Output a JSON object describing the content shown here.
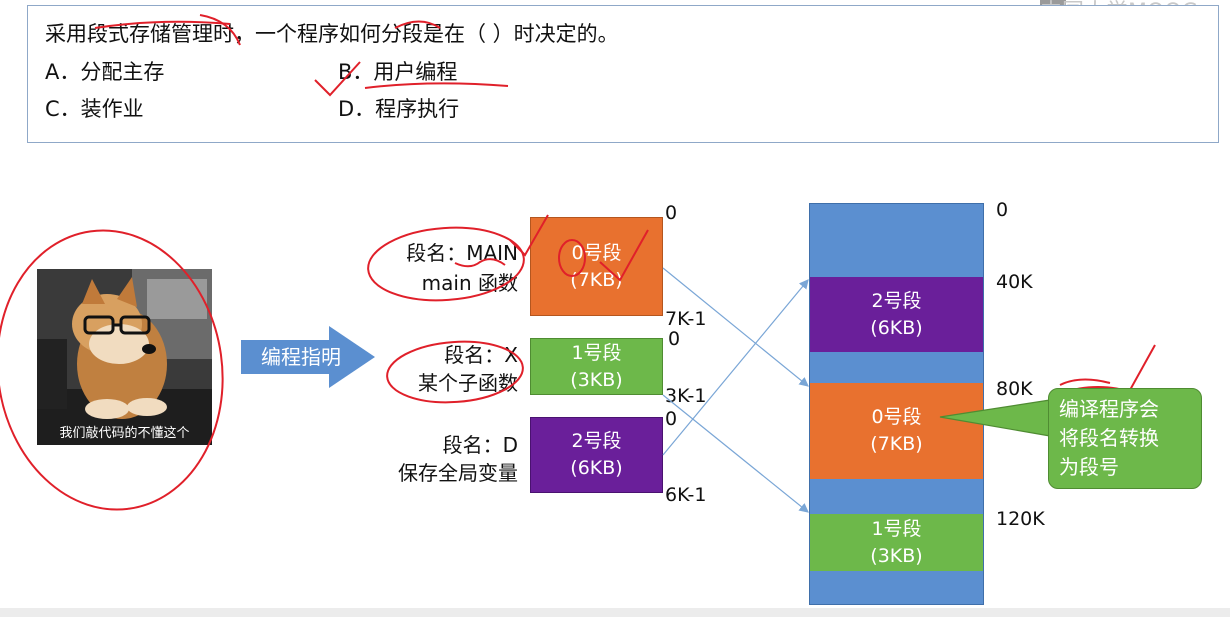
{
  "question": {
    "stem": "采用段式存储管理时，一个程序如何分段是在（   ）时决定的。",
    "option_a": "A．分配主存",
    "option_b": "B．用户编程",
    "option_c": "C．装作业",
    "option_d": "D．程序执行"
  },
  "watermark": "中国大学MOOC",
  "meme_caption": "我们敲代码的不懂这个",
  "arrow_label": "编程指明",
  "segments_left": [
    {
      "name_label": "段名：MAIN",
      "desc": "main 函数",
      "title": "0号段",
      "size": "(7KB)",
      "start": "0",
      "end": "7K-1"
    },
    {
      "name_label": "段名：X",
      "desc": "某个子函数",
      "title": "1号段",
      "size": "(3KB)",
      "start": "0",
      "end": "3K-1"
    },
    {
      "name_label": "段名：D",
      "desc": "保存全局变量",
      "title": "2号段",
      "size": "(6KB)",
      "start": "0",
      "end": "6K-1"
    }
  ],
  "memory": {
    "addresses": [
      "0",
      "40K",
      "80K",
      "120K"
    ],
    "blocks": [
      {
        "title": "2号段",
        "size": "(6KB)"
      },
      {
        "title": "0号段",
        "size": "(7KB)"
      },
      {
        "title": "1号段",
        "size": "(3KB)"
      }
    ]
  },
  "callout": {
    "text_line1": "编译程序会",
    "text_line2": "将段名转换",
    "text_line3": "为段号"
  },
  "colors": {
    "orange": "#e8712f",
    "green": "#6db84a",
    "purple": "#6a1f9a",
    "blue": "#5b8fd0",
    "annotation_red": "#e0202a"
  },
  "icons": {
    "watermark": "mooc-logo-icon",
    "arrow": "right-arrow-icon"
  }
}
